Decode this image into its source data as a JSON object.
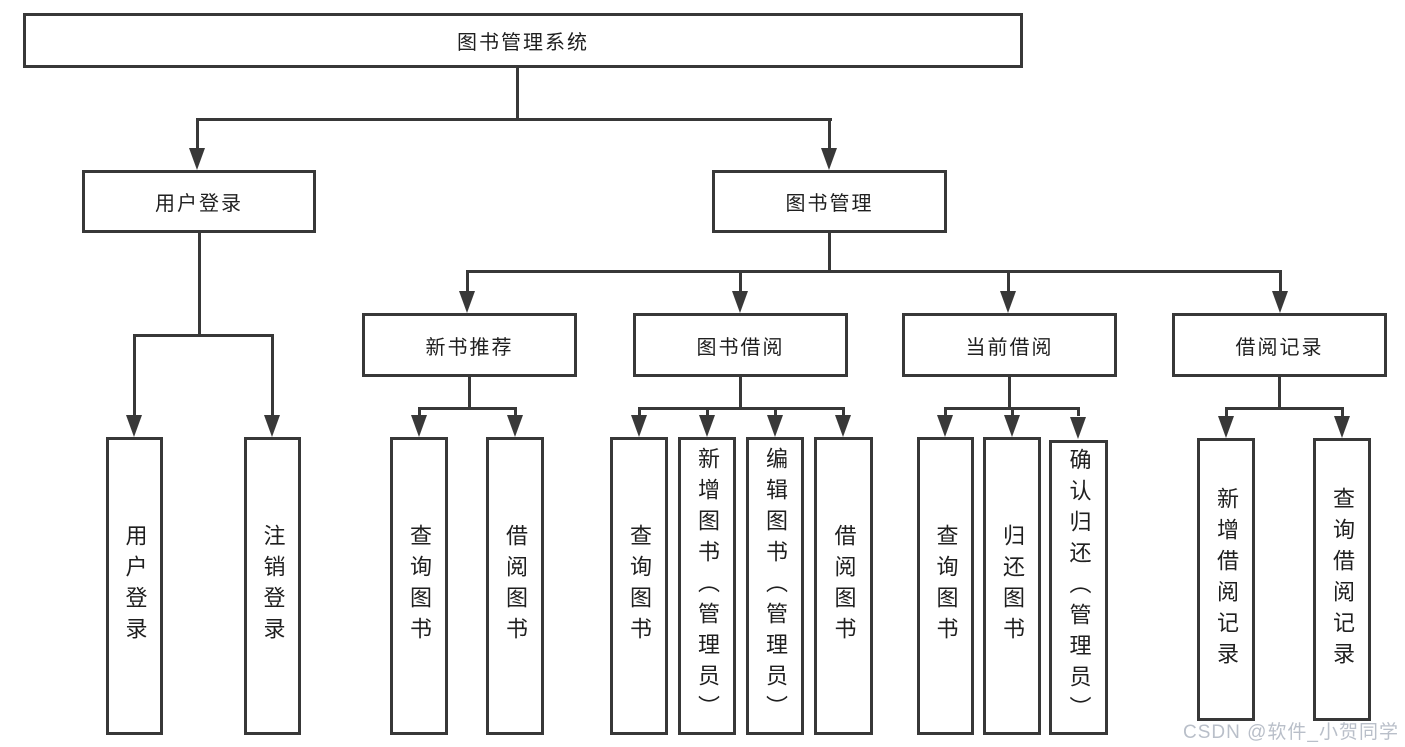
{
  "colors": {
    "line": "#383838",
    "text": "#1f1f1f",
    "background": "#ffffff",
    "watermark_color": "#b9bfc9"
  },
  "watermark": "CSDN @软件_小贺同学",
  "tree": {
    "root": "图书管理系统",
    "children": [
      {
        "label": "用户登录",
        "children": [
          "用户登录",
          "注销登录"
        ]
      },
      {
        "label": "图书管理",
        "children": [
          {
            "label": "新书推荐",
            "children": [
              "查询图书",
              "借阅图书"
            ]
          },
          {
            "label": "图书借阅",
            "children": [
              "查询图书",
              "新增图书（管理员）",
              "编辑图书（管理员）",
              "借阅图书"
            ]
          },
          {
            "label": "当前借阅",
            "children": [
              "查询图书",
              "归还图书",
              "确认归还（管理员）"
            ]
          },
          {
            "label": "借阅记录",
            "children": [
              "新增借阅记录",
              "查询借阅记录"
            ]
          }
        ]
      }
    ]
  }
}
